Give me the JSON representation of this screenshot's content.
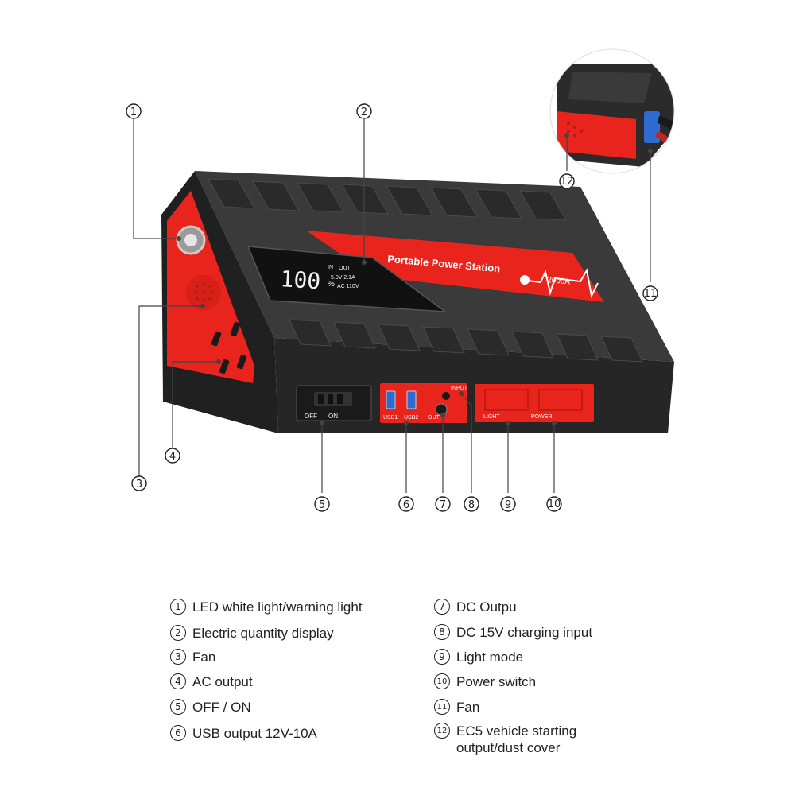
{
  "device": {
    "brand_label": "Portable Power Station",
    "peak_label": "2000A",
    "display": {
      "digits": "100",
      "in_label": "IN",
      "out_label": "OUT",
      "usb_out": "5.0V 2.1A",
      "ac_out": "AC 110V",
      "percent": "%"
    },
    "switch_off": "OFF",
    "switch_on": "ON",
    "port_usb1": "USB1",
    "port_usb2": "USB2",
    "port_out": "OUT",
    "port_input": "INPUT",
    "btn_light": "LIGHT",
    "btn_power": "POWER"
  },
  "callouts": [
    {
      "num": "1"
    },
    {
      "num": "2"
    },
    {
      "num": "3"
    },
    {
      "num": "4"
    },
    {
      "num": "5"
    },
    {
      "num": "6"
    },
    {
      "num": "7"
    },
    {
      "num": "8"
    },
    {
      "num": "9"
    },
    {
      "num": "10"
    },
    {
      "num": "11"
    },
    {
      "num": "12"
    }
  ],
  "legend": [
    {
      "num": "1",
      "text": "LED white light/warning light"
    },
    {
      "num": "2",
      "text": "Electric quantity display"
    },
    {
      "num": "3",
      "text": "Fan"
    },
    {
      "num": "4",
      "text": "AC output"
    },
    {
      "num": "5",
      "text": "OFF / ON"
    },
    {
      "num": "6",
      "text": "USB  output 12V-10A"
    },
    {
      "num": "7",
      "text": "DC Outpu"
    },
    {
      "num": "8",
      "text": "DC 15V charging input"
    },
    {
      "num": "9",
      "text": "Light mode"
    },
    {
      "num": "10",
      "text": "Power switch"
    },
    {
      "num": "11",
      "text": "Fan"
    },
    {
      "num": "12",
      "text": "EC5 vehicle starting\noutput/dust cover"
    }
  ],
  "colors": {
    "body": "#2b2b2b",
    "body_dark": "#1a1a1a",
    "accent_red": "#e8241c",
    "screen": "#111111",
    "screen_text": "#f2f2f2",
    "ec5_blue": "#2e6bd1"
  }
}
